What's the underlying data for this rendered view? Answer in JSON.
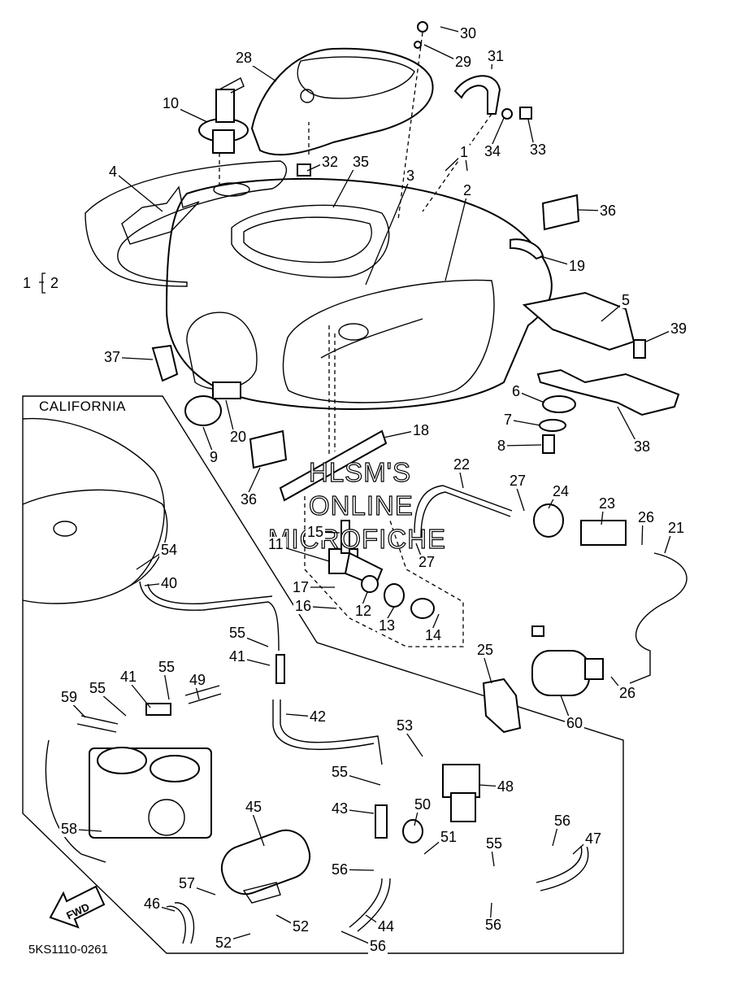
{
  "diagram": {
    "region_label": "CALIFORNIA",
    "direction_label": "FWD",
    "drawing_code": "5KS1110-0261",
    "watermark": [
      "HLSM'S",
      "ONLINE",
      "MICROFICHE"
    ],
    "bracket_label": {
      "a": "1",
      "b": "2"
    },
    "callouts": [
      "30",
      "29",
      "31",
      "28",
      "10",
      "34",
      "33",
      "32",
      "35",
      "1",
      "3",
      "2",
      "4",
      "36",
      "19",
      "5",
      "39",
      "37",
      "6",
      "7",
      "8",
      "38",
      "9",
      "20",
      "36",
      "18",
      "22",
      "27",
      "24",
      "23",
      "26",
      "21",
      "11",
      "15",
      "27",
      "17",
      "12",
      "16",
      "13",
      "14",
      "54",
      "40",
      "25",
      "55",
      "41",
      "49",
      "26",
      "60",
      "55",
      "41",
      "59",
      "55",
      "42",
      "53",
      "55",
      "48",
      "43",
      "50",
      "45",
      "51",
      "56",
      "47",
      "58",
      "55",
      "57",
      "46",
      "56",
      "44",
      "56",
      "52",
      "52",
      "56"
    ]
  }
}
